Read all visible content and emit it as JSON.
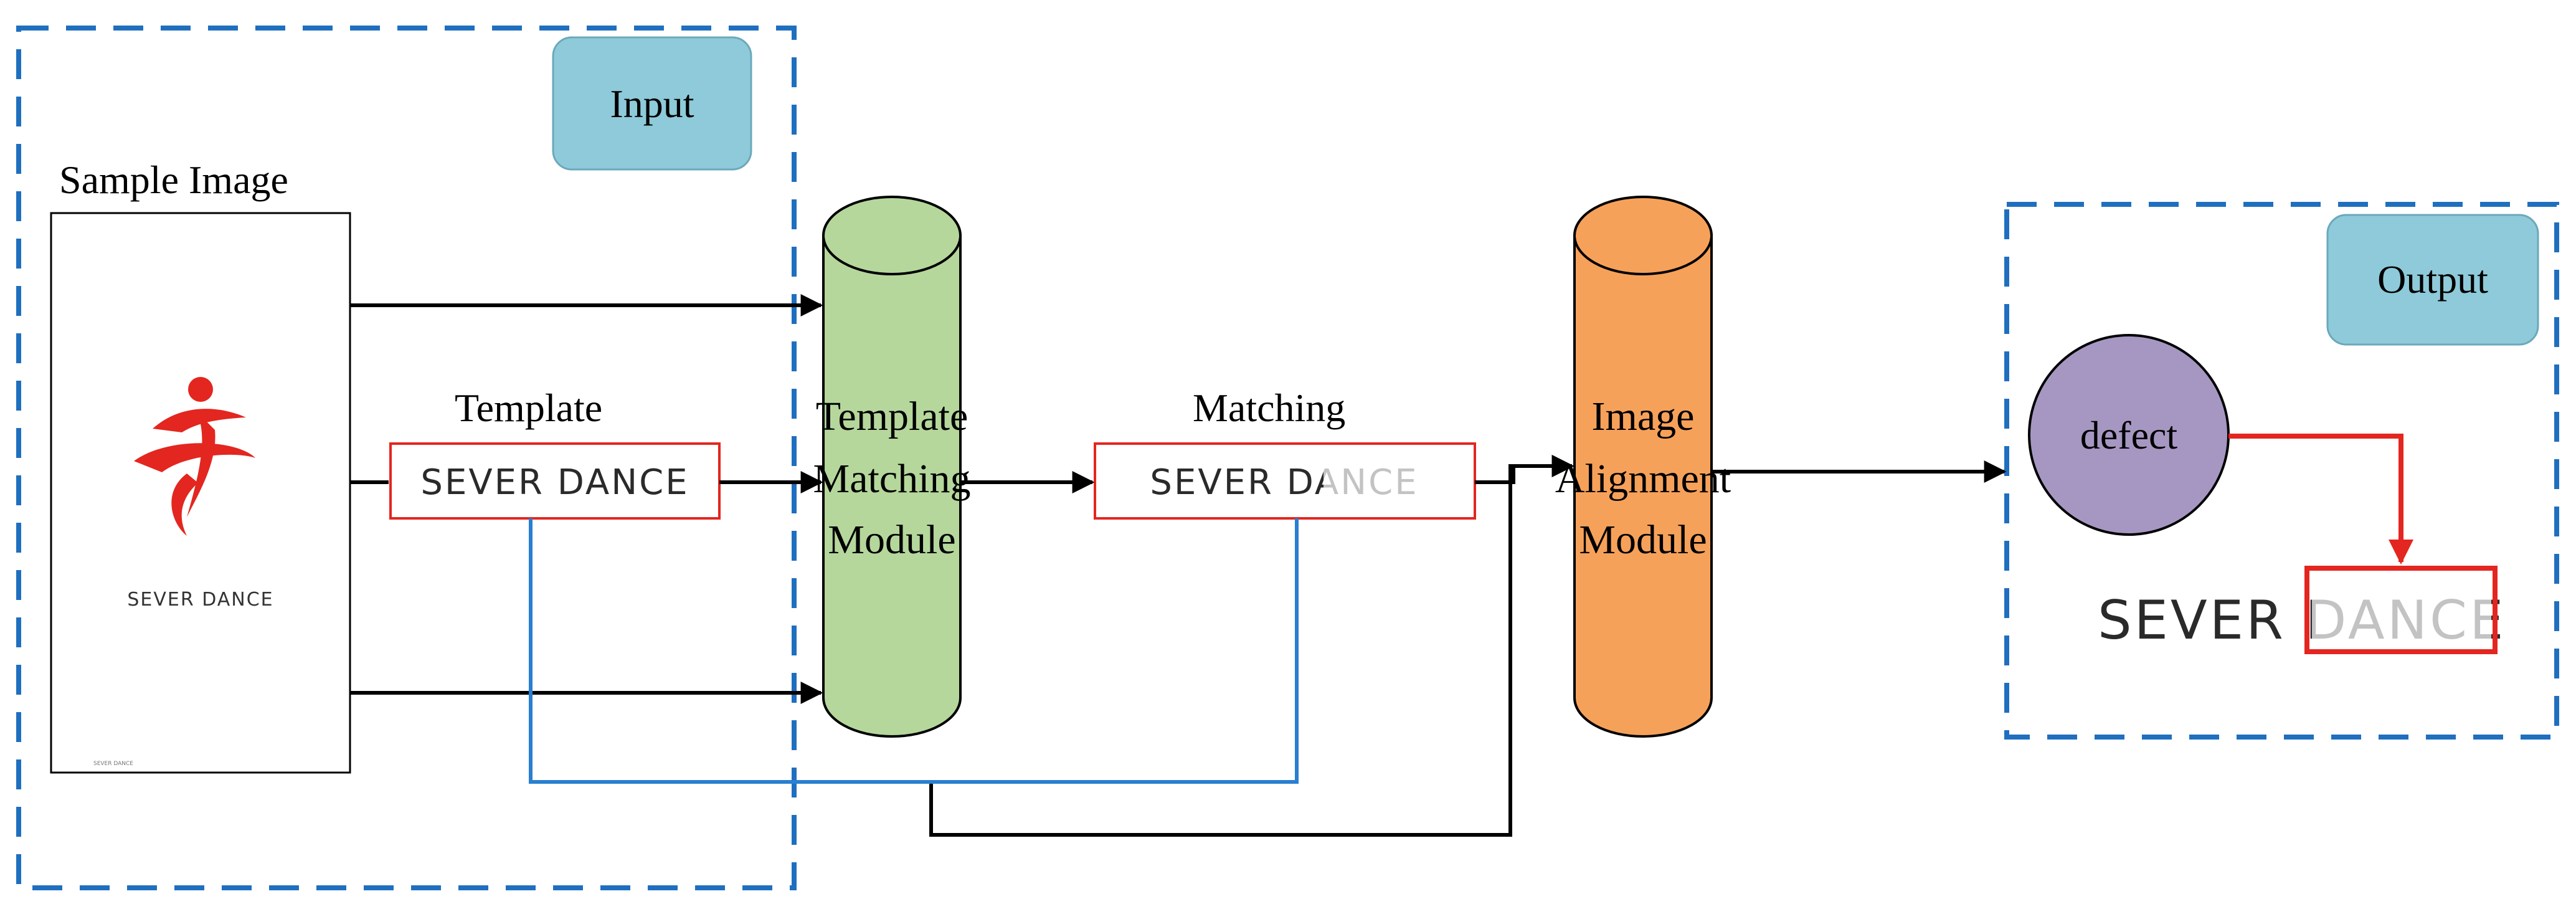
{
  "input_group": {
    "badge": "Input"
  },
  "output_group": {
    "badge": "Output"
  },
  "sample_image": {
    "label": "Sample Image",
    "brand_text": "SEVER DANCE",
    "footer_text": "SEVER DANCE"
  },
  "template": {
    "label": "Template",
    "text": "SEVER DANCE"
  },
  "matching": {
    "label": "Matching",
    "text": "SEVER DANCE"
  },
  "template_matching_module": {
    "line1": "Template",
    "line2": "Matching",
    "line3": "Module"
  },
  "image_alignment_module": {
    "line1": "Image",
    "line2": "Alignment",
    "line3": "Module"
  },
  "output": {
    "defect_label": "defect",
    "result_text": "SEVER DANCE"
  },
  "colors": {
    "group_border": "#1f6fbf",
    "badge_fill": "#8ecad9",
    "template_module_fill": "#b5d79c",
    "alignment_module_fill": "#f6a15a",
    "defect_fill": "#a697c2",
    "highlight_red": "#e3261f",
    "blue_link": "#2a7fd0"
  }
}
